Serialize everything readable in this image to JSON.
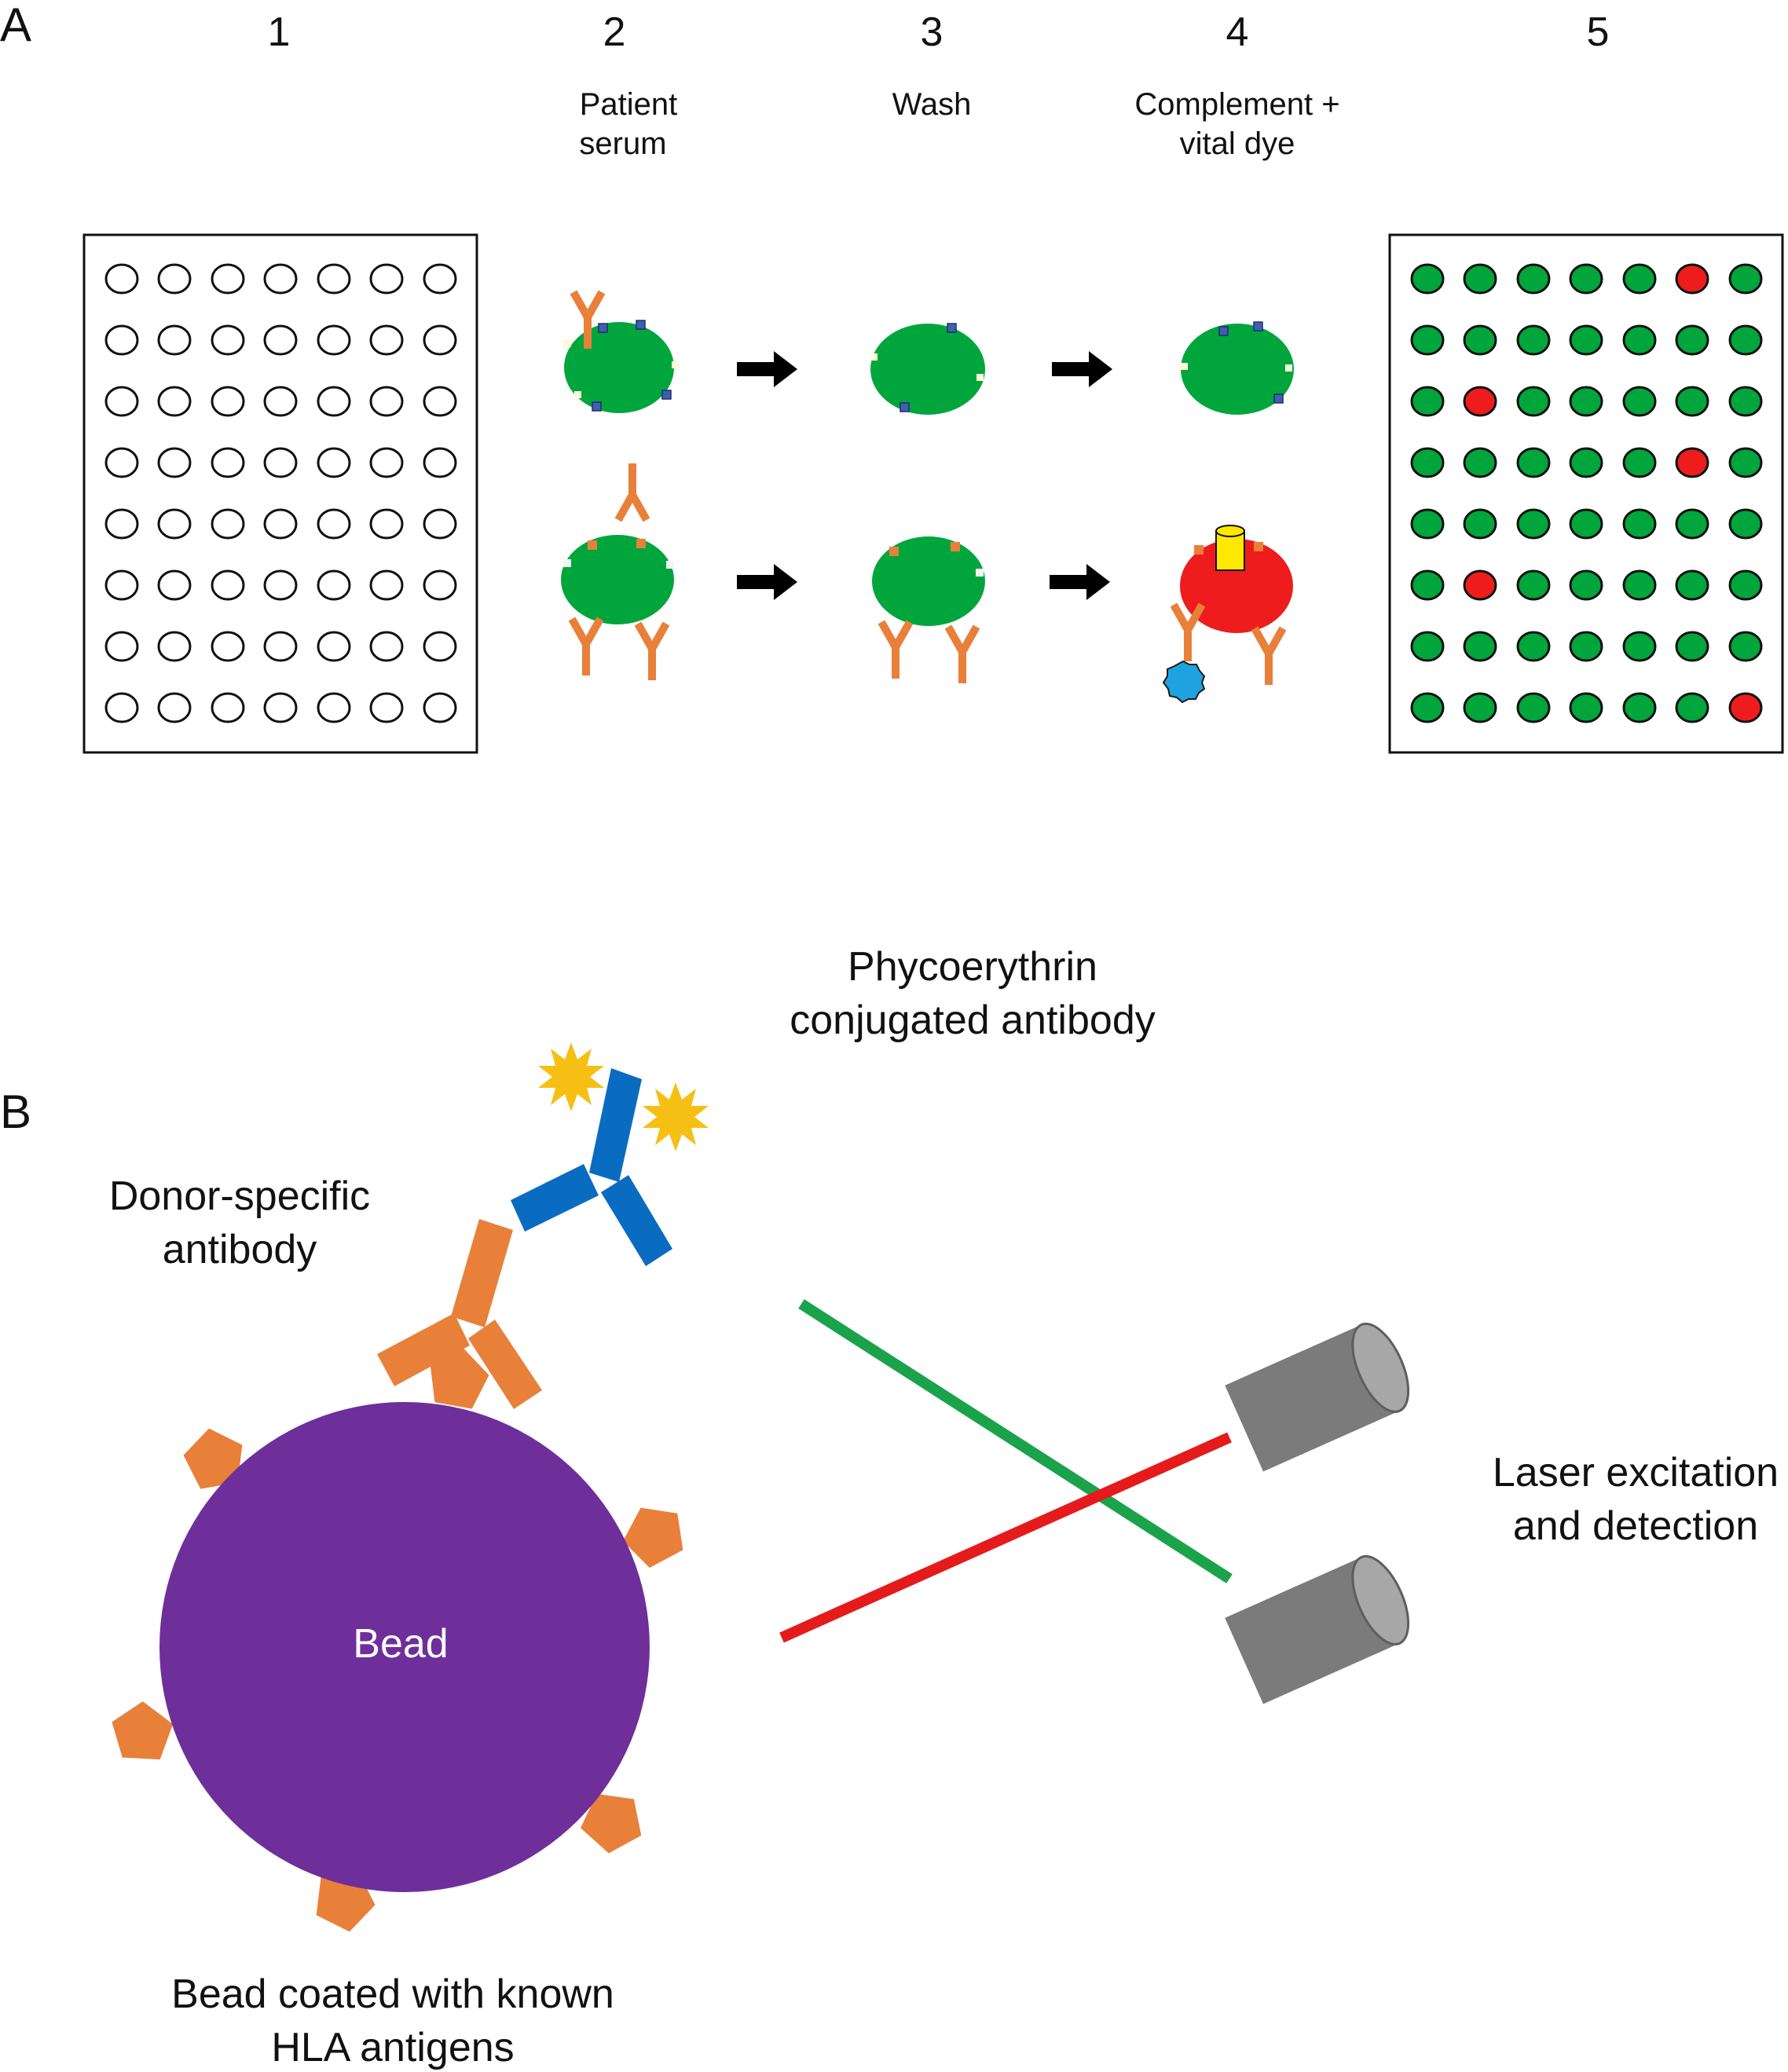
{
  "panel_a": {
    "letter": "A",
    "steps": [
      "1",
      "2",
      "3",
      "4",
      "5"
    ],
    "step_captions": {
      "s2": [
        "Patient",
        "serum"
      ],
      "s3": [
        "Wash"
      ],
      "s4": [
        "Complement +",
        "vital dye"
      ]
    },
    "plate_left": {
      "rows": 8,
      "cols": 7
    },
    "plate_right": {
      "rows": 8,
      "cols": 7,
      "red_wells": [
        [
          0,
          5
        ],
        [
          2,
          1
        ],
        [
          3,
          5
        ],
        [
          5,
          1
        ],
        [
          7,
          6
        ]
      ]
    }
  },
  "panel_b": {
    "letter": "B",
    "labels": {
      "pe_antibody": [
        "Phycoerythrin",
        "conjugated antibody"
      ],
      "dsa": [
        "Donor-specific",
        "antibody"
      ],
      "laser": [
        "Laser excitation",
        "and detection"
      ],
      "coated_bead": [
        "Bead coated with known",
        "HLA antigens"
      ],
      "bead": "Bead"
    }
  },
  "colors": {
    "cell_green": "#00a63c",
    "cell_red": "#ee1c1c",
    "antibody_orange": "#e8803a",
    "antibody_blue": "#0a6cc0",
    "bead_purple": "#6e2f9a",
    "sun_yellow": "#f6bf14",
    "laser_green": "#1aa34a",
    "laser_red": "#e51b1b",
    "detector_gray": "#7b7b7b",
    "antigen_blue": "#3f5fb0",
    "complement_blue": "#1fa3e0",
    "dye_yellow": "#ffe800"
  }
}
